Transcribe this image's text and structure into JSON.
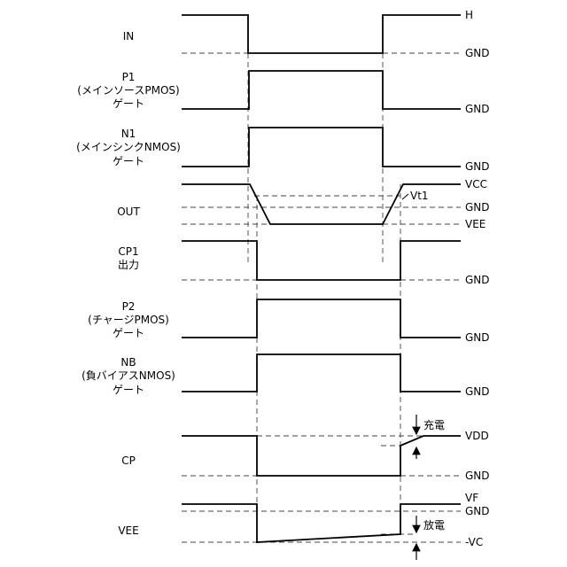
{
  "signals": {
    "in": {
      "label": [
        "IN"
      ],
      "levels": {
        "high": "H",
        "low": "GND"
      }
    },
    "p1": {
      "label": [
        "P1",
        "(メインソースPMOS)",
        "ゲート"
      ],
      "levels": {
        "low": "GND"
      }
    },
    "n1": {
      "label": [
        "N1",
        "(メインシンクNMOS)",
        "ゲート"
      ],
      "levels": {
        "low": "GND"
      }
    },
    "out": {
      "label": [
        "OUT"
      ],
      "levels": {
        "vcc": "VCC",
        "vt1": "Vt1",
        "gnd": "GND",
        "vee": "VEE"
      }
    },
    "cp1": {
      "label": [
        "CP1",
        "出力"
      ],
      "levels": {
        "low": "GND"
      }
    },
    "p2": {
      "label": [
        "P2",
        "(チャージPMOS)",
        "ゲート"
      ],
      "levels": {
        "low": "GND"
      }
    },
    "nb": {
      "label": [
        "NB",
        "(負バイアスNMOS)",
        "ゲート"
      ],
      "levels": {
        "low": "GND"
      }
    },
    "cp": {
      "label": [
        "CP"
      ],
      "levels": {
        "vdd": "VDD",
        "gnd": "GND"
      },
      "annotation": "充電"
    },
    "vee": {
      "label": [
        "VEE"
      ],
      "levels": {
        "vf": "VF",
        "gnd": "GND",
        "neg_vc": "-VC"
      },
      "annotation": "放電"
    }
  }
}
